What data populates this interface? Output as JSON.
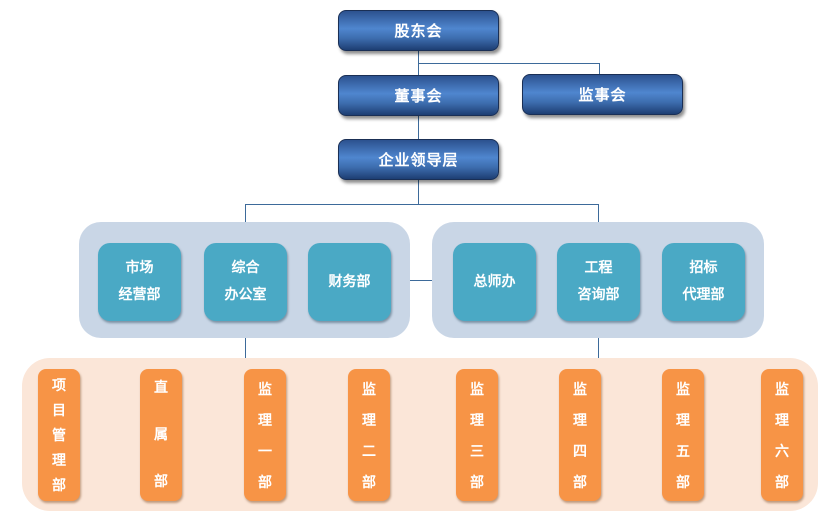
{
  "title": "公司组织架构图",
  "top": {
    "shareholders": "股东会",
    "board": "董事会",
    "supervisors": "监事会",
    "leadership": "企业领导层"
  },
  "left_group": [
    {
      "line1": "市场",
      "line2": "经营部"
    },
    {
      "line1": "综合",
      "line2": "办公室"
    },
    {
      "line1": "财务部",
      "line2": ""
    }
  ],
  "right_group": [
    {
      "line1": "总师办",
      "line2": ""
    },
    {
      "line1": "工程",
      "line2": "咨询部"
    },
    {
      "line1": "招标",
      "line2": "代理部"
    }
  ],
  "bottom_group": [
    {
      "chars": [
        "项",
        "目",
        "管",
        "理",
        "部"
      ]
    },
    {
      "chars": [
        "直",
        "属",
        "部"
      ]
    },
    {
      "chars": [
        "监",
        "理",
        "一",
        "部"
      ]
    },
    {
      "chars": [
        "监",
        "理",
        "二",
        "部"
      ]
    },
    {
      "chars": [
        "监",
        "理",
        "三",
        "部"
      ]
    },
    {
      "chars": [
        "监",
        "理",
        "四",
        "部"
      ]
    },
    {
      "chars": [
        "监",
        "理",
        "五",
        "部"
      ]
    },
    {
      "chars": [
        "监",
        "理",
        "六",
        "部"
      ]
    }
  ],
  "colors": {
    "top_box": "#3d6dae",
    "connector": "#3d6a9a",
    "mid_panel": "#c9d6e6",
    "mid_box": "#4aa9c5",
    "bottom_panel": "#fbe6d8",
    "bottom_box": "#f79446"
  }
}
